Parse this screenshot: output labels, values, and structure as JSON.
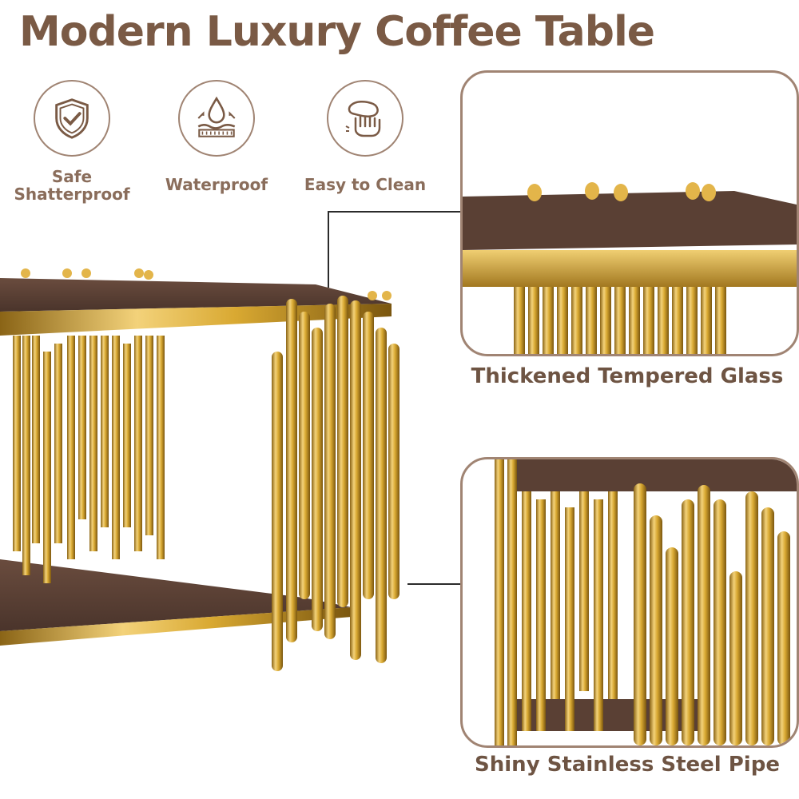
{
  "title": "Modern Luxury Coffee Table",
  "features": [
    {
      "icon": "shield-check-icon",
      "label_line1": "Safe",
      "label_line2": "Shatterproof"
    },
    {
      "icon": "water-drop-icon",
      "label_line1": "Waterproof",
      "label_line2": ""
    },
    {
      "icon": "wipe-hand-icon",
      "label_line1": "Easy to Clean",
      "label_line2": ""
    }
  ],
  "callouts": [
    {
      "caption": "Thickened Tempered Glass"
    },
    {
      "caption": "Shiny Stainless Steel Pipe"
    }
  ],
  "colors": {
    "title": "#7a5a45",
    "accent_border": "#a08473",
    "glass": "#5b4339",
    "gold": "#d9a932"
  }
}
